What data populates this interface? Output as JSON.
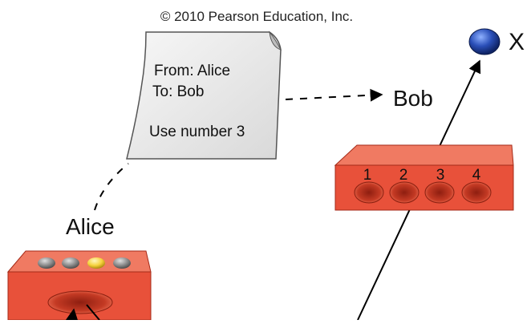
{
  "copyright": "© 2010 Pearson Education, Inc.",
  "note": {
    "from_line": "From: Alice",
    "to_line": "To: Bob",
    "message": "Use number 3"
  },
  "labels": {
    "bob": "Bob",
    "alice": "Alice",
    "particle": "X"
  },
  "bob_device": {
    "slots": [
      "1",
      "2",
      "3",
      "4"
    ]
  },
  "alice_device": {
    "lights": [
      "off",
      "off",
      "on",
      "off"
    ]
  },
  "colors": {
    "device_red": "#e8513a",
    "device_dark_red": "#b9301e",
    "light_gray": "#8c8c8c",
    "light_yellow": "#f5d23c",
    "particle_blue": "#1f3f9a",
    "note_paper": "#ededed"
  }
}
